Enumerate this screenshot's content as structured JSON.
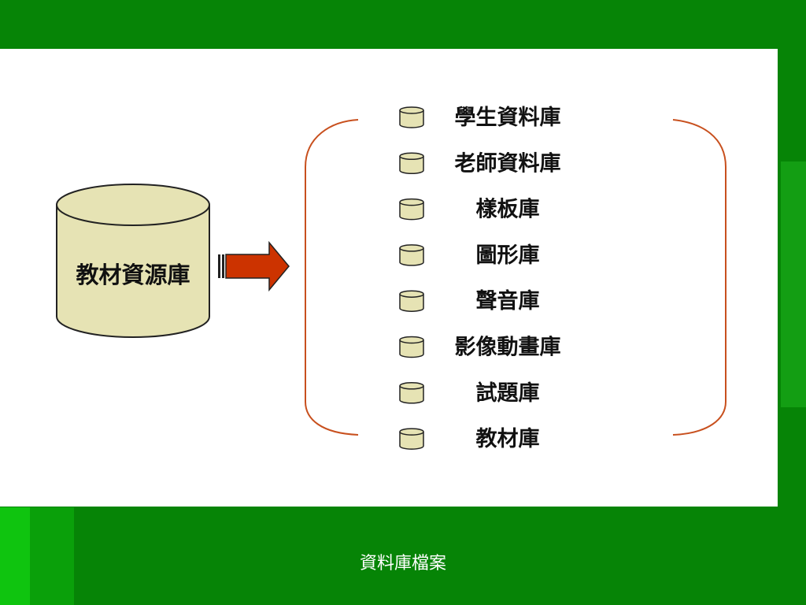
{
  "source": {
    "label": "教材資源庫"
  },
  "items": [
    {
      "label": "學生資料庫"
    },
    {
      "label": "老師資料庫"
    },
    {
      "label": "樣板庫"
    },
    {
      "label": "圖形庫"
    },
    {
      "label": "聲音庫"
    },
    {
      "label": "影像動畫庫"
    },
    {
      "label": "試題庫"
    },
    {
      "label": "教材庫"
    }
  ],
  "footer": {
    "caption": "資料庫檔案"
  },
  "colors": {
    "background": "#068406",
    "panel": "#ffffff",
    "cylinder_fill": "#e6e3b4",
    "arrow": "#cc3300",
    "bracket": "#c8501e"
  },
  "icons": {
    "item_icon": "database-icon",
    "flow_arrow": "arrow-right-icon"
  }
}
